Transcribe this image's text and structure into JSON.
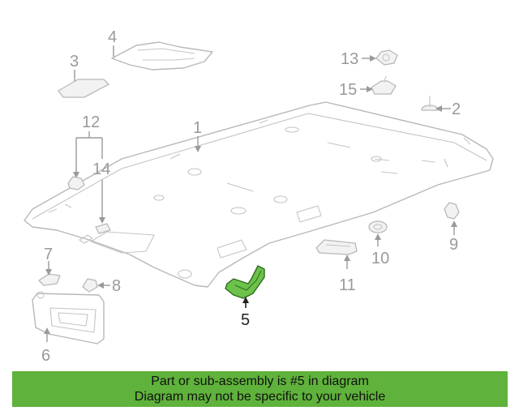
{
  "callouts": {
    "n1": "1",
    "n2": "2",
    "n3": "3",
    "n4": "4",
    "n5": "5",
    "n6": "6",
    "n7": "7",
    "n8": "8",
    "n9": "9",
    "n10": "10",
    "n11": "11",
    "n12": "12",
    "n13": "13",
    "n14": "14",
    "n15": "15"
  },
  "highlighted_part": "5",
  "colors": {
    "highlight": "#6cc24a",
    "banner": "#5fb23b",
    "linework": "#b8b8b8"
  },
  "banner": {
    "line1": "Part or sub-assembly is #5 in diagram",
    "line2": "Diagram may not be specific to your vehicle"
  }
}
